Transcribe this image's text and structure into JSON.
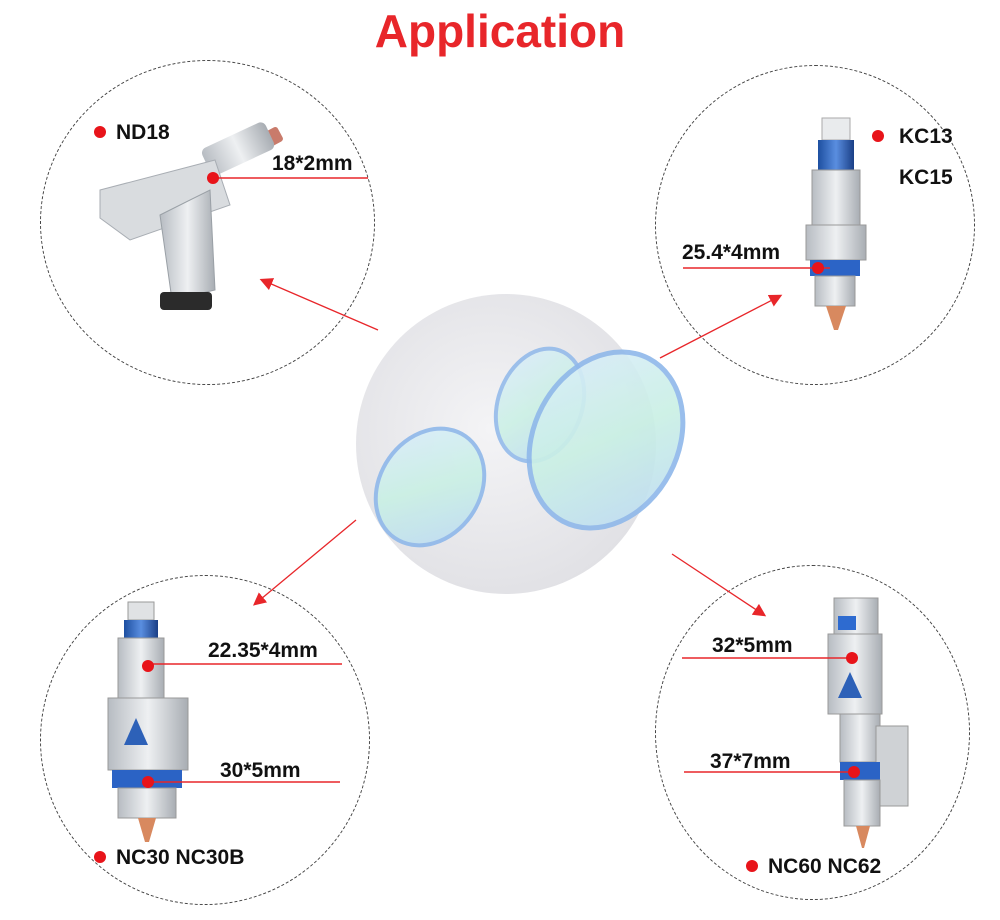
{
  "title": "Application",
  "colors": {
    "accent": "#e8262a",
    "marker": "#e8141a"
  },
  "top_left": {
    "model": "ND18",
    "size": "18*2mm"
  },
  "top_right": {
    "model_1": "KC13",
    "model_2": "KC15",
    "size": "25.4*4mm"
  },
  "bottom_left": {
    "model": "NC30 NC30B",
    "size_1": "22.35*4mm",
    "size_2": "30*5mm"
  },
  "bottom_right": {
    "model": "NC60 NC62",
    "size_1": "32*5mm",
    "size_2": "37*7mm"
  }
}
